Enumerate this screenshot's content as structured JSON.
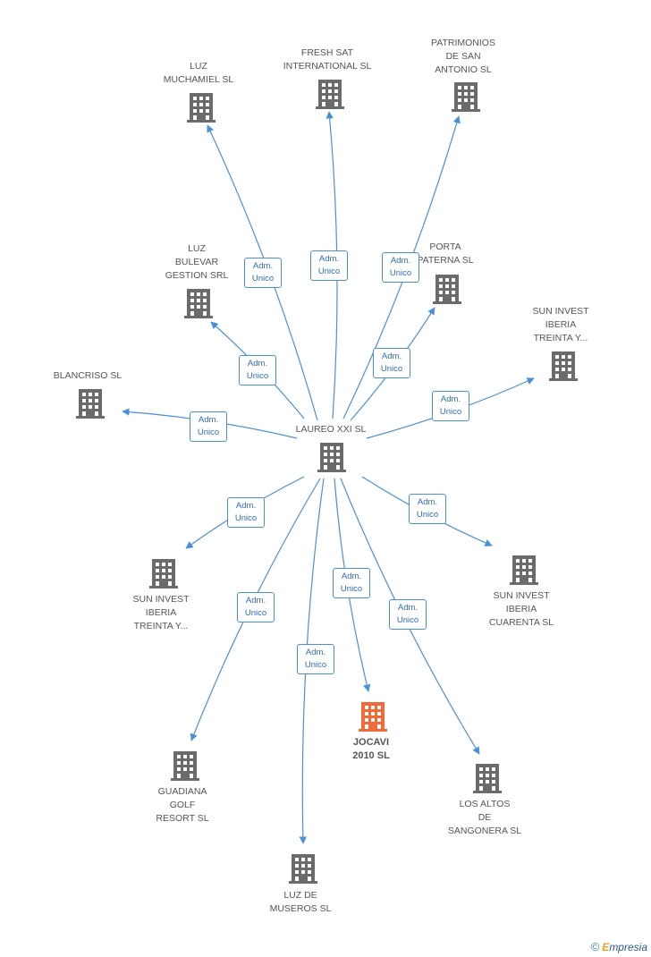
{
  "colors": {
    "edge": "#4a90d9",
    "building": "#6b6b6b",
    "highlight": "#f06a3a"
  },
  "edge_label_line1": "Adm.",
  "edge_label_line2": "Unico",
  "center": {
    "label": "LAUREO XXI  SL"
  },
  "nodes": [
    {
      "id": "luz-muchamiel",
      "label": "LUZ\nMUCHAMIEL SL"
    },
    {
      "id": "fresh-sat",
      "label": "FRESH SAT\nINTERNATIONAL SL"
    },
    {
      "id": "patrimonios",
      "label": "PATRIMONIOS\nDE SAN\nANTONIO SL"
    },
    {
      "id": "luz-bulevar",
      "label": "LUZ\nBULEVAR\nGESTION SRL"
    },
    {
      "id": "porta-paterna",
      "label": "PORTA\nPATERNA SL"
    },
    {
      "id": "sun-invest-top",
      "label": "SUN INVEST\nIBERIA\nTREINTA Y..."
    },
    {
      "id": "blancriso",
      "label": "BLANCRISO SL"
    },
    {
      "id": "sun-invest-left",
      "label": "SUN INVEST\nIBERIA\nTREINTA Y..."
    },
    {
      "id": "sun-invest-cuarenta",
      "label": "SUN INVEST\nIBERIA\nCUARENTA SL"
    },
    {
      "id": "guadiana",
      "label": "GUADIANA\nGOLF\nRESORT SL"
    },
    {
      "id": "jocavi",
      "label": "JOCAVI\n2010 SL",
      "highlight": true
    },
    {
      "id": "altos-sangonera",
      "label": "LOS ALTOS\nDE\nSANGONERA SL"
    },
    {
      "id": "luz-museros",
      "label": "LUZ DE\nMUSEROS SL"
    }
  ],
  "footer": {
    "copyright": "©",
    "brand_initial": "E",
    "brand_rest": "mpresia"
  }
}
